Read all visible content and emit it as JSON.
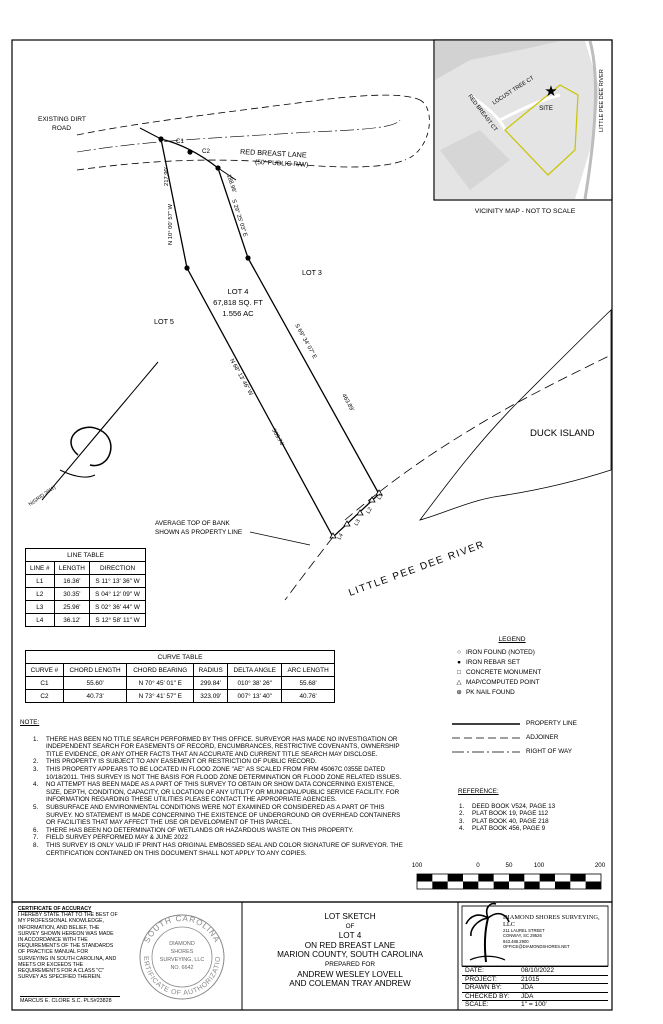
{
  "plat": {
    "existing_dirt_road": [
      "EXISTING DIRT",
      "ROAD"
    ],
    "road_name": "RED BREAST LANE",
    "road_rw": "(50' PUBLIC R/W)",
    "c1": "C1",
    "c2": "C2",
    "lot3": "LOT 3",
    "lot5": "LOT 5",
    "lot4_name": "LOT 4",
    "lot4_sqft": "67,818 SQ. FT",
    "lot4_ac": "1.556 AC",
    "west_top_len": "217.90'",
    "west_top_bearing": "N 10° 00' 57\" W",
    "east_top_len": "188.96'",
    "east_top_bearing": "S 29° 25' 03\" E",
    "west_bottom_bearing": "N 68° 13' 46\" W",
    "west_bottom_len": "509.74'",
    "east_bottom_bearing": "S 69° 34' 07\" E",
    "east_bottom_len": "463.89'",
    "bank_note": [
      "AVERAGE TOP OF BANK",
      "SHOWN AS PROPERTY LINE"
    ],
    "river": "LITTLE PEE DEE RIVER",
    "island": "DUCK ISLAND",
    "l1": "L1",
    "l2": "L2",
    "l3": "L3",
    "l4": "L4",
    "north_label": "N(GRID 2011)"
  },
  "vicinity": {
    "caption": "VICINITY MAP - NOT TO SCALE",
    "locust": "LOCUST TREE CT",
    "red_breast": "RED BREAST CT",
    "river": "LITTLE PEE DEE RIVER",
    "site": "SITE"
  },
  "line_table": {
    "title": "LINE TABLE",
    "headers": [
      "LINE #",
      "LENGTH",
      "DIRECTION"
    ],
    "rows": [
      [
        "L1",
        "16.36'",
        "S 11° 13' 36\" W"
      ],
      [
        "L2",
        "30.35'",
        "S 04° 12' 09\" W"
      ],
      [
        "L3",
        "25.96'",
        "S 02° 36' 44\" W"
      ],
      [
        "L4",
        "36.12'",
        "S 12° 58' 11\" W"
      ]
    ]
  },
  "curve_table": {
    "title": "CURVE TABLE",
    "headers": [
      "CURVE #",
      "CHORD LENGTH",
      "CHORD BEARING",
      "RADIUS",
      "DELTA ANGLE",
      "ARC LENGTH"
    ],
    "rows": [
      [
        "C1",
        "55.60'",
        "N 70° 45' 01\" E",
        "299.84'",
        "010° 38' 26\"",
        "55.68'"
      ],
      [
        "C2",
        "40.73'",
        "N 73° 41' 57\" E",
        "323.09'",
        "007° 13' 40\"",
        "40.76'"
      ]
    ]
  },
  "legend": {
    "title": "LEGEND",
    "items": [
      "IRON FOUND (NOTED)",
      "IRON REBAR SET",
      "CONCRETE MONUMENT",
      "MAP/COMPUTED POINT",
      "PK NAIL FOUND"
    ],
    "lines": [
      "PROPERTY LINE",
      "ADJOINER",
      "RIGHT OF WAY"
    ]
  },
  "notes": {
    "heading": "NOTE:",
    "items": [
      "THERE HAS BEEN NO TITLE SEARCH PERFORMED BY THIS OFFICE.  SURVEYOR HAS MADE NO INVESTIGATION OR INDEPENDENT SEARCH FOR EASEMENTS OF RECORD, ENCUMBRANCES, RESTRICTIVE COVENANTS, OWNERSHIP TITLE EVIDENCE, OR ANY OTHER FACTS THAT AN ACCURATE AND CURRENT TITLE SEARCH MAY DISCLOSE.",
      "THIS PROPERTY IS SUBJECT TO ANY EASEMENT OR RESTRICTION OF PUBLIC RECORD.",
      "THIS PROPERTY APPEARS TO BE LOCATED IN FLOOD ZONE \"AE\" AS SCALED FROM FIRM 45067C 0355E DATED 10/18/2011. THIS SURVEY IS NOT THE BASIS FOR FLOOD ZONE DETERMINATION OR FLOOD ZONE RELATED ISSUES.",
      "NO ATTEMPT HAS BEEN MADE AS A PART OF THIS SURVEY TO OBTAIN OR SHOW DATA CONCERNING EXISTENCE, SIZE, DEPTH, CONDITION, CAPACITY, OR LOCATION OF ANY UTILITY OR MUNICIPAL/PUBLIC SERVICE FACILITY.  FOR INFORMATION REGARDING THESE UTILITIES PLEASE CONTACT THE APPROPRIATE AGENCIES.",
      "SUBSURFACE AND ENVIRONMENTAL CONDITIONS WERE NOT EXAMINED OR CONSIDERED AS A PART OF THIS SURVEY.  NO STATEMENT IS MADE CONCERNING THE EXISTENCE OF UNDERGROUND OR OVERHEAD CONTAINERS OR FACILITIES THAT MAY AFFECT THE USE OR DEVELOPMENT OF THIS PARCEL.",
      "THERE HAS BEEN NO DETERMINATION OF WETLANDS OR HAZARDOUS WASTE ON THIS PROPERTY.",
      "FIELD SURVEY PERFORMED MAY & JUNE 2022",
      "THIS SURVEY IS ONLY VALID IF PRINT HAS ORIGINAL EMBOSSED SEAL AND COLOR SIGNATURE OF SURVEYOR.  THE CERTIFICATION CONTAINED ON THIS DOCUMENT SHALL NOT APPLY TO ANY COPIES."
    ]
  },
  "reference": {
    "title": "REFERENCE:",
    "items": [
      "DEED BOOK V524, PAGE 13",
      "PLAT BOOK 19, PAGE 112",
      "PLAT BOOK 40, PAGE 218",
      "PLAT BOOK 456, PAGE 9"
    ]
  },
  "scale_bar": {
    "labels": [
      "100",
      "0",
      "50",
      "100",
      "200"
    ]
  },
  "certificate": {
    "title": "CERTIFICATE OF ACCURACY",
    "text": "I HEREBY STATE THAT TO THE BEST OF MY PROFESSIONAL KNOWLEDGE, INFORMATION, AND BELIEF, THE SURVEY SHOWN HEREON WAS MADE IN ACCORDANCE WITH THE REQUIREMENTS OF THE STANDARDS OF PRACTICE MANUAL FOR SURVEYING IN SOUTH CAROLINA, AND MEETS OR EXCEEDS THE REQUIREMENTS FOR A CLASS \"C\" SURVEY AS SPECIFIED THEREIN.",
    "signer": "MARCUS E. CLORE  S.C. PLS#23828"
  },
  "seal": {
    "ring_top": "SOUTH CAROLINA",
    "ring_bottom": "CERTIFICATE OF AUTHORIZATION",
    "center": [
      "DIAMOND",
      "SHORES",
      "SURVEYING, LLC",
      "NO.  6642"
    ]
  },
  "title_block": {
    "lines": [
      "LOT SKETCH",
      "OF",
      "LOT 4",
      "ON RED BREAST LANE",
      "MARION COUNTY, SOUTH CAROLINA",
      "PREPARED FOR",
      "ANDREW WESLEY LOVELL",
      "AND COLEMAN TRAY ANDREW"
    ]
  },
  "company": {
    "name": "DIAMOND SHORES SURVEYING, LLC",
    "address": [
      "211 LAUREL STREET",
      "CONWAY, SC 29526",
      "843.488.2900",
      "OFFICE@DIAMONDSHORES.NET"
    ]
  },
  "info": {
    "rows": [
      [
        "DATE:",
        "08/10/2022"
      ],
      [
        "PROJECT:",
        "21015"
      ],
      [
        "DRAWN BY:",
        "JDA"
      ],
      [
        "CHECKED BY:",
        "JDA"
      ],
      [
        "SCALE:",
        "1\" = 100'"
      ]
    ]
  }
}
